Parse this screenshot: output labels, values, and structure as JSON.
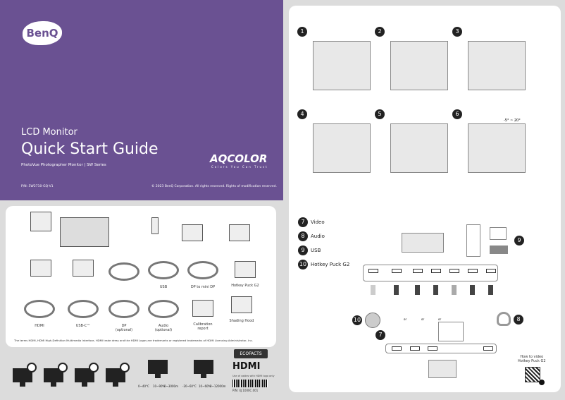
{
  "cover": {
    "brand": "BenQ",
    "product_type": "LCD Monitor",
    "title": "Quick Start Guide",
    "subtitle": "PhotoVue Photographer Monitor  |  SW Series",
    "part_number": "P/N: 5W2710-GQ-V1",
    "copyright": "© 2023 BenQ Corporation. All rights reserved. Rights of modification reserved.",
    "aq_logo": "AQCOLOR",
    "aq_tagline": "Colors You Can Trust",
    "accent": "#6a5192"
  },
  "contents": {
    "items": [
      {
        "label": ""
      },
      {
        "label": ""
      },
      {
        "label": ""
      },
      {
        "label": ""
      },
      {
        "label": ""
      },
      {
        "label": ""
      },
      {
        "label": ""
      },
      {
        "label": ""
      },
      {
        "label": "USB"
      },
      {
        "label": "DP to mini DP"
      },
      {
        "label": "Hotkey Puck G2"
      },
      {
        "label": "HDMI"
      },
      {
        "label": "USB-C™"
      },
      {
        "label": "DP\n(optional)"
      },
      {
        "label": "Audio\n(optional)"
      },
      {
        "label": "Calibration\nreport"
      },
      {
        "label": "Shading Hood"
      }
    ],
    "hdmi_note": "The terms HDMI, HDMI High-Definition Multimedia Interface, HDMI trade dress and the HDMI Logos are trademarks or registered trademarks of HDMI Licensing Administrator, Inc."
  },
  "environment": {
    "op_temp": "0~40°C",
    "op_humidity": "10~90%",
    "op_alt": "0~3000m",
    "st_temp": "-20~60°C",
    "st_humidity": "10~60%",
    "st_alt": "0~12000m",
    "ecofacts": "ECOFACTS",
    "hdmi_logo": "HDMI",
    "hdmi_sub": "Use of cables with HDMI logo only",
    "barcode_text": "P/N: 4J.1000C.001"
  },
  "setup": {
    "steps": [
      "1",
      "2",
      "3",
      "4",
      "5",
      "6"
    ],
    "tilt": "-5° ~ 20°"
  },
  "connections": {
    "legend": [
      {
        "num": "7",
        "label": "Video"
      },
      {
        "num": "8",
        "label": "Audio"
      },
      {
        "num": "9",
        "label": "USB"
      },
      {
        "num": "10",
        "label": "Hotkey Puck G2"
      }
    ],
    "or": "or",
    "qr_title": "How to video\nHotkey Puck G2"
  }
}
